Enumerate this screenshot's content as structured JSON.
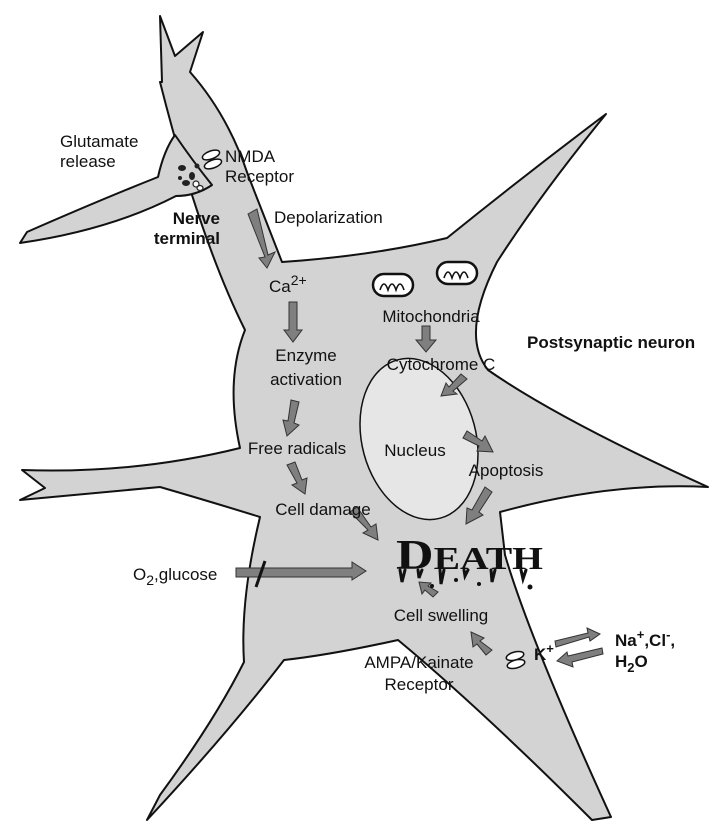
{
  "labels": {
    "glutamate_line1": "Glutamate",
    "glutamate_line2": "release",
    "nmda_line1": "NMDA",
    "nmda_line2": "Receptor",
    "nerve_line1": "Nerve",
    "nerve_line2": "terminal",
    "depolarization": "Depolarization",
    "ca_base": "Ca",
    "ca_sup": "2+",
    "enzyme_line1": "Enzyme",
    "enzyme_line2": "activation",
    "free_radicals": "Free radicals",
    "cell_damage": "Cell damage",
    "mitochondria": "Mitochondria",
    "cytochrome": "Cytochrome C",
    "postsynaptic": "Postsynaptic neuron",
    "nucleus": "Nucleus",
    "apoptosis": "Apoptosis",
    "death_first": "D",
    "death_rest": "EATH",
    "o2_base": "O",
    "o2_sub": "2",
    "o2_rest": ",glucose",
    "cell_swelling": "Cell swelling",
    "k_base": "K",
    "k_sup": "+",
    "na_base": "Na",
    "na_sup": "+",
    "cl_mid": ",Cl",
    "cl_sup": "-",
    "cl_end": ",",
    "h2o_h": "H",
    "h2o_sub": "2",
    "h2o_o": "O",
    "ampa_line1": "AMPA/Kainate",
    "ampa_line2": "Receptor"
  },
  "colors": {
    "cell_fill": "#d3d3d3",
    "cell_stroke": "#111111",
    "nucleus_fill": "#e6e6e6",
    "arrow_fill": "#7f7f7f",
    "arrow_stroke": "#333333"
  }
}
